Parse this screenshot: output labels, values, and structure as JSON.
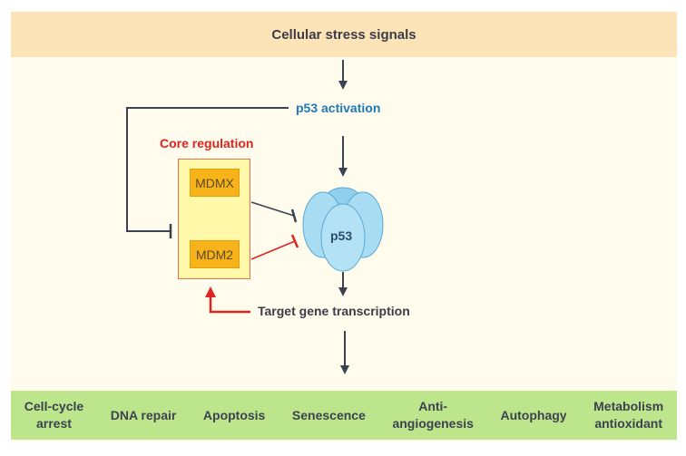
{
  "diagram": {
    "title_band": "Cellular stress signals",
    "activation_label": "p53 activation",
    "core_regulation_label": "Core regulation",
    "proteins": {
      "mdmx": "MDMX",
      "mdm2": "MDM2",
      "p53": "p53"
    },
    "target_label": "Target gene transcription",
    "outcomes": [
      {
        "label": "Cell-cycle\narrest"
      },
      {
        "label": "DNA repair"
      },
      {
        "label": "Apoptosis"
      },
      {
        "label": "Senescence"
      },
      {
        "label": "Anti-\nangiogenesis"
      },
      {
        "label": "Autophagy"
      },
      {
        "label": "Metabolism\nantioxidant"
      }
    ],
    "colors": {
      "top_band": "#fde4b8",
      "bottom_band": "#bde58c",
      "activation_text": "#1f79b8",
      "core_text": "#e0231f",
      "arrow_dark": "#3a4150",
      "arrow_red": "#e0231f",
      "protein_fill": "#f8b21a",
      "p53_fill": "#a8dcf3"
    }
  }
}
